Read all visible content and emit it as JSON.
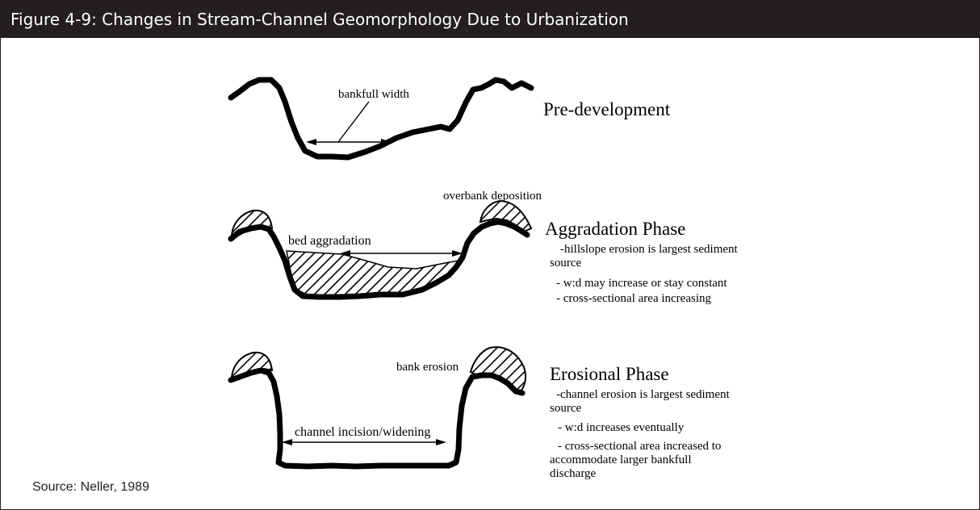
{
  "figure_title": "Figure 4-9: Changes in Stream-Channel Geomorphology Due to Urbanization",
  "source": "Source: Neller, 1989",
  "colors": {
    "title_bar_background": "#231f20",
    "title_text": "#ffffff",
    "channel_line": "#000000"
  },
  "panels": {
    "pre_development": {
      "heading": "Pre-development",
      "annotation": "bankfull width"
    },
    "aggradation": {
      "heading": "Aggradation Phase",
      "annotation_deposition": "overbank deposition",
      "annotation_bed": "bed aggradation",
      "notes": [
        "-hillslope erosion is largest sediment",
        "source",
        "- w:d may increase or stay constant",
        "- cross-sectional area increasing"
      ]
    },
    "erosional": {
      "heading": "Erosional Phase",
      "annotation_bank": "bank erosion",
      "annotation_incision": "channel incision/widening",
      "notes": [
        "-channel erosion is largest sediment",
        "source",
        "- w:d increases eventually",
        "- cross-sectional area increased to",
        "accommodate larger bankfull",
        "discharge"
      ]
    }
  }
}
